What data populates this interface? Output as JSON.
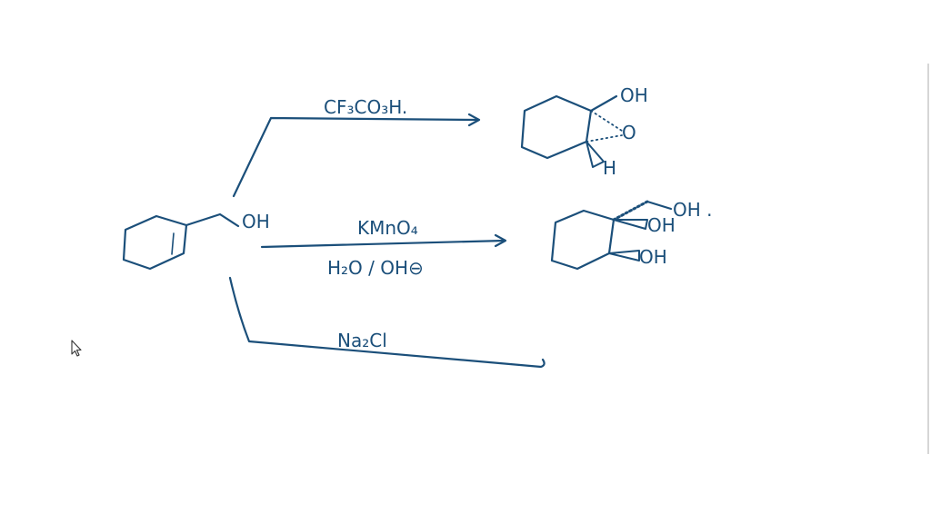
{
  "reactant": {
    "substituent": "OH"
  },
  "reactions": {
    "top": {
      "reagent": "CF₃CO₃H."
    },
    "middle": {
      "reagent_above": "KMnO₄",
      "reagent_below": "H₂O / OH⊖"
    },
    "bottom": {
      "reagent": "Na₂Cl"
    }
  },
  "products": {
    "epoxide": {
      "oh_label": "OH",
      "ring_oxygen": "O",
      "h_label": "H"
    },
    "triol": {
      "ch2oh_label": "OH .",
      "oh_upper": "OH",
      "oh_lower": "OH"
    }
  },
  "colors": {
    "ink": "#1b4f7a",
    "background": "#ffffff"
  },
  "cursor_icon": "mouse-pointer-icon"
}
